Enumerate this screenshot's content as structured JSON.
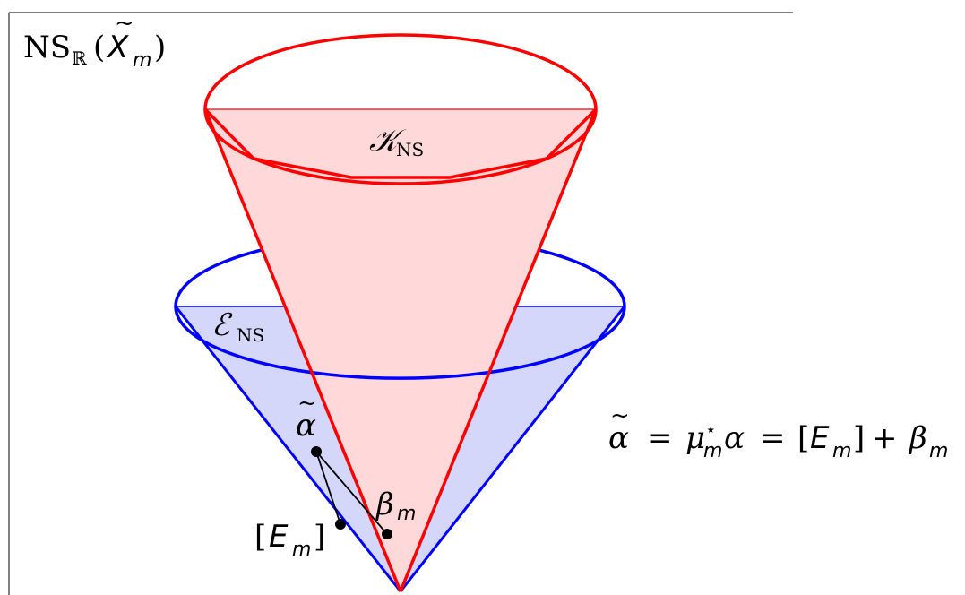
{
  "frame_label": {
    "ns": "NS",
    "field": "ℝ",
    "open": "(",
    "tilde": "~",
    "x": "X",
    "m": "m",
    "close": ")"
  },
  "kahler_cone": {
    "symbol": "𝒦",
    "sub": "NS",
    "color": "#ff0000",
    "fill": "#ffd9d9"
  },
  "effective_cone": {
    "symbol": "ℰ",
    "sub": "NS",
    "color": "#0000ff",
    "fill": "#d4d6fa"
  },
  "points": {
    "alpha": {
      "symbol": "α",
      "tilde": "~"
    },
    "beta": {
      "symbol": "β",
      "sub": "m"
    },
    "exceptional": {
      "lb": "[",
      "e": "E",
      "sub": "m",
      "rb": "]"
    }
  },
  "equation": {
    "lhs_symbol": "α",
    "lhs_tilde": "~",
    "eq1": "=",
    "mu": "μ",
    "mu_sub": "m",
    "mu_sup": "⋆",
    "alpha": "α",
    "eq2": "=",
    "lb": "[",
    "e": "E",
    "e_sub": "m",
    "rb": "]",
    "plus": "+",
    "beta": "β",
    "beta_sub": "m"
  }
}
